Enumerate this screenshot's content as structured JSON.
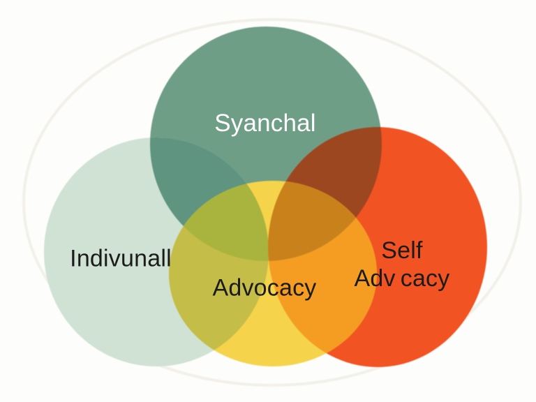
{
  "page": {
    "background_color": "#fdfdfb"
  },
  "diagram": {
    "type": "venn-diagram",
    "ring_color": "#ebe8dd",
    "circles": {
      "top": {
        "label": "Syanchal",
        "color": "#6f9e87",
        "label_color": "#ffffff"
      },
      "left": {
        "label": "Indivunall",
        "color": "#cfe2d4",
        "label_color": "#1b1b1b"
      },
      "right": {
        "label_line1": "Self",
        "label_line2": "Adv cacy",
        "color": "#f25322",
        "label_color": "#1b1b1b"
      },
      "bottom": {
        "label": "Advocacy",
        "color": "#f5d34b",
        "label_color": "#1b1b1b"
      }
    },
    "overlaps": {
      "top_left": "#5f9480",
      "top_right": "#9c4720",
      "left_bottom": "#c4bd47",
      "top_left_bottom": "#a9b43f",
      "right_bottom": "#f49d22",
      "top_right_bottom": "#c9821b"
    }
  }
}
